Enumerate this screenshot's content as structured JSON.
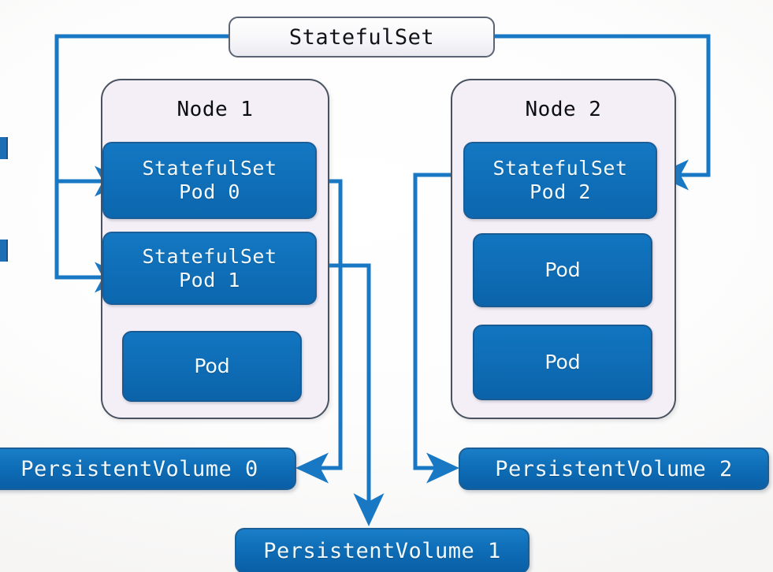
{
  "diagram": {
    "title": "StatefulSet",
    "controller": {
      "label": "StatefulSet"
    },
    "nodes": [
      {
        "id": "node-1",
        "title": "Node 1",
        "pods": [
          {
            "id": "n1-pod0",
            "label": "StatefulSet\nPod 0",
            "kind": "statefulset-pod"
          },
          {
            "id": "n1-pod1",
            "label": "StatefulSet\nPod 1",
            "kind": "statefulset-pod"
          },
          {
            "id": "n1-pod2",
            "label": "Pod",
            "kind": "plain-pod"
          }
        ]
      },
      {
        "id": "node-2",
        "title": "Node 2",
        "pods": [
          {
            "id": "n2-pod0",
            "label": "StatefulSet\nPod 2",
            "kind": "statefulset-pod"
          },
          {
            "id": "n2-pod1",
            "label": "Pod",
            "kind": "plain-pod"
          },
          {
            "id": "n2-pod2",
            "label": "Pod",
            "kind": "plain-pod"
          }
        ]
      }
    ],
    "volumes": [
      {
        "id": "pv0",
        "label": "PersistentVolume 0"
      },
      {
        "id": "pv1",
        "label": "PersistentVolume 1"
      },
      {
        "id": "pv2",
        "label": "PersistentVolume 2"
      }
    ],
    "connections": [
      {
        "from": "StatefulSet",
        "to": "StatefulSet Pod 0",
        "direction": "arrow"
      },
      {
        "from": "StatefulSet",
        "to": "StatefulSet Pod 1",
        "direction": "arrow"
      },
      {
        "from": "StatefulSet",
        "to": "StatefulSet Pod 2",
        "direction": "arrow"
      },
      {
        "from": "StatefulSet Pod 0",
        "to": "PersistentVolume 0",
        "direction": "arrow"
      },
      {
        "from": "StatefulSet Pod 1",
        "to": "PersistentVolume 1",
        "direction": "arrow"
      },
      {
        "from": "StatefulSet Pod 2",
        "to": "PersistentVolume 2",
        "direction": "arrow"
      }
    ],
    "colors": {
      "pod_blue": "#0f6fb8",
      "volume_blue": "#0e6eb7",
      "node_fill": "#f4eff7",
      "node_border": "#4a5260",
      "wire_blue": "#1878c4",
      "controller_fill": "#f7f7f9",
      "controller_border": "#5a6475",
      "text_light": "#f4fbff",
      "text_dark": "#111318",
      "background": "#ffffff"
    }
  }
}
